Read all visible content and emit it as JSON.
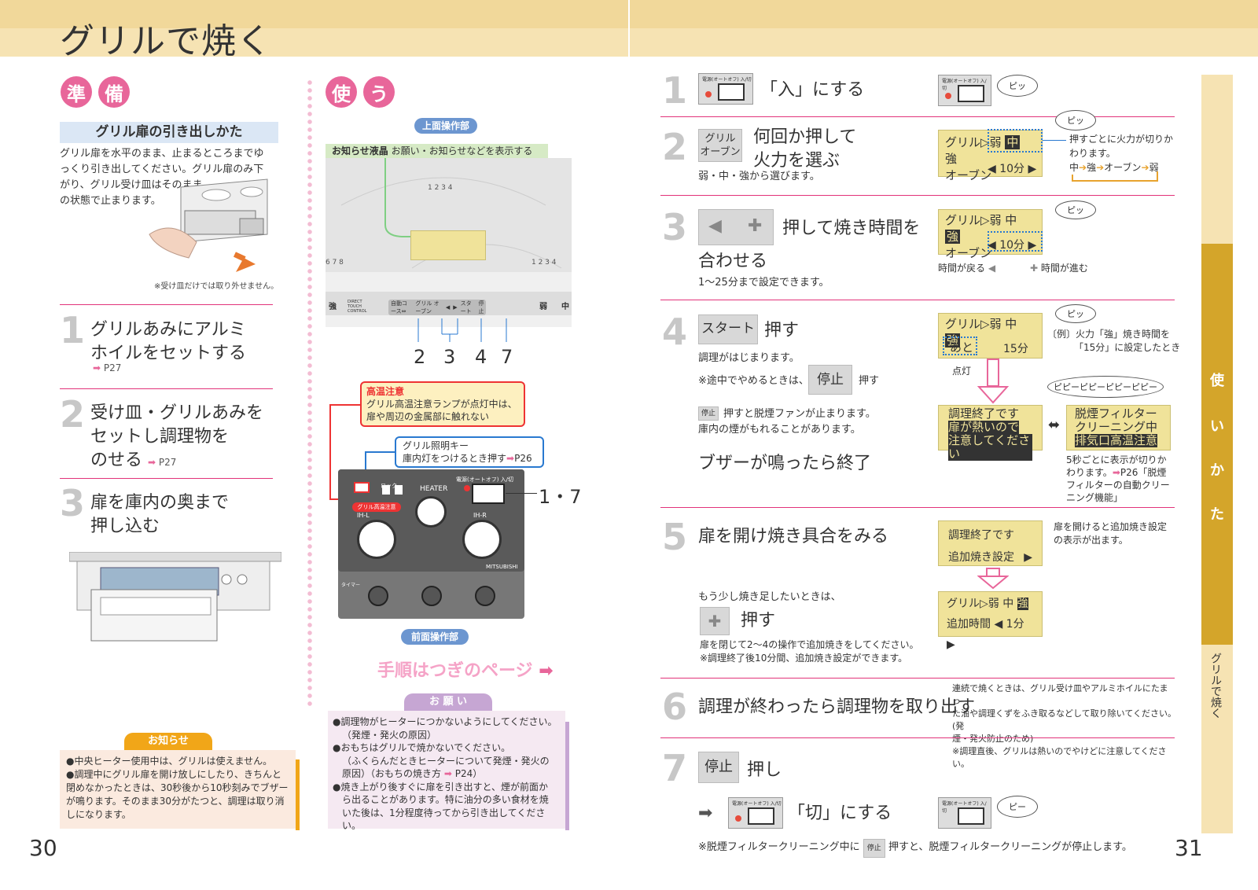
{
  "title": "グリルで焼く",
  "left": {
    "prep_chars": [
      "準",
      "備"
    ],
    "use_chars": [
      "使",
      "う"
    ],
    "subhead": "グリル扉の引き出しかた",
    "door_text": [
      "グリル扉を水平のまま、止まるところまでゆ",
      "っくり引き出してください。グリル扉のみ下",
      "がり、グリル受け皿はそのまま",
      "の状態で止まります。"
    ],
    "tray_note": "※受け皿だけでは取り外せません。",
    "steps": [
      {
        "num": "1",
        "lines": [
          "グリルあみにアルミ",
          "ホイルをセットする"
        ],
        "ref": "P27"
      },
      {
        "num": "2",
        "lines": [
          "受け皿・グリルあみを",
          "セットし調理物を",
          "のせる"
        ],
        "ref": "P27"
      },
      {
        "num": "3",
        "lines": [
          "扉を庫内の奥まで",
          "押し込む"
        ],
        "ref": ""
      }
    ],
    "notice_title": "お知らせ",
    "notice_items": [
      "●中央ヒーター使用中は、グリルは使えません。",
      "●調理中にグリル扉を開け放しにしたり、きちんと閉めなかったときは、30秒後から10秒刻みでブザーが鳴ります。そのまま30分がたつと、調理は取り消しになります。"
    ],
    "page": "30"
  },
  "middle": {
    "top_panel_label": "上面操作部",
    "lcd_label_bold": "お知らせ液晶",
    "lcd_label_text": "お願い・お知らせなどを表示する",
    "panel_labels": [
      "強",
      "DIRECT TOUCH CONTROL",
      "自動コース⇔",
      "グリル オーブン",
      "◀",
      "▶",
      "スタート",
      "停止",
      "弱",
      "中"
    ],
    "scale_top": "1 2 3 4",
    "scale_left": "6 7 8",
    "scale_right": "1 2 3 4",
    "step_numbers": [
      "2",
      "3",
      "4",
      "7"
    ],
    "high_temp_title": "高温注意",
    "high_temp_text": [
      "グリル高温注意ランプが点灯中は、",
      "扉や周辺の金属部に触れない"
    ],
    "light_key_title": "グリル照明キー",
    "light_key_text": "庫内灯をつけるとき押す",
    "light_key_ref": "P26",
    "front_label_num": "1・7",
    "front_panel_label": "前面操作部",
    "front_texts": {
      "heater": "HEATER",
      "ih_l": "IH-L",
      "ih_r": "IH-R",
      "brand": "MITSUBISHI",
      "power": "電源(オートオフ) 入/切",
      "timer": "タイマー",
      "warn": "グリル高温注意",
      "lock": "ロック"
    },
    "next_page": "手順はつぎのページ",
    "request_title": "お 願 い",
    "request_items": [
      "●調理物がヒーターにつかないようにしてください。",
      "（発煙・発火の原因）",
      "●おもちはグリルで焼かないでください。",
      "（ふくらんだときヒーターについて発煙・発火の",
      "原因）（おもちの焼き方",
      "●焼き上がり後すぐに扉を引き出すと、煙が前面か",
      "ら出ることがあります。特に油分の多い食材を焼",
      "いた後は、1分程度待ってから引き出してください。"
    ],
    "mochi_ref": "P24）"
  },
  "right": {
    "power_label": "電源(オートオフ) 入/切",
    "steps": {
      "s1": {
        "num": "1",
        "text": "「入」にする",
        "beep": "ピッ"
      },
      "s2": {
        "num": "2",
        "btn": [
          "グリル",
          "オーブン"
        ],
        "text": [
          "何回か押して",
          "火力を選ぶ"
        ],
        "sub": "弱・中・強から選びます。",
        "beep": "ピッ",
        "lcd1": "グリル▷弱",
        "lcd_mid": "中",
        "lcd_strong": "強",
        "lcd2": "オーブン",
        "lcd_time": "◀ 10分 ▶",
        "note": [
          "押すごとに火力が切りか",
          "わります。"
        ],
        "cycle": [
          "中",
          "強",
          "オーブン",
          "弱"
        ]
      },
      "s3": {
        "num": "3",
        "text": "押して焼き時間を",
        "text2": "合わせる",
        "sub": "1〜25分まで設定できます。",
        "beep": "ピッ",
        "lcd1": "グリル▷弱 中",
        "lcd_strong": "強",
        "lcd2": "オーブン",
        "lcd_time": "◀ 10分 ▶",
        "back": "時間が戻る",
        "fwd": "時間が進む"
      },
      "s4": {
        "num": "4",
        "btn": "スタート",
        "text": "押す",
        "sub": "調理がはじまります。",
        "stop_pre": "※途中でやめるときは、",
        "stop_btn": "停止",
        "stop_post": "押す",
        "fan_btn": "停止",
        "fan_text": "押すと脱煙ファンが止まります。",
        "fan_text2": "庫内の煙がもれることがあります。",
        "buzzer": "ブザーが鳴ったら終了",
        "beep": "ピッ",
        "lcd1": "グリル▷弱 中",
        "lcd_strong": "強",
        "lcd_ato": "あと",
        "lcd_time": "15分",
        "lamp": "点灯",
        "example": [
          "〔例〕火力「強」焼き時間を",
          "「15分」に設定したとき"
        ],
        "beep2": "ピピーピピーピピーピピー",
        "end1": [
          "調理終了です",
          "扉が熱いので",
          "注意してください"
        ],
        "end2": [
          "脱煙フィルター",
          "クリーニング中",
          "排気口高温注意"
        ],
        "switch_note": [
          "5秒ごとに表示が切りか",
          "わります。",
          "「脱煙",
          "フィルターの自動クリー",
          "ニング機能」"
        ],
        "switch_ref": "P26"
      },
      "s5": {
        "num": "5",
        "text": "扉を開け焼き具合をみる",
        "lcd_a": "調理終了です",
        "lcd_b": "追加焼き設定",
        "lcd_b_arrow": "▶",
        "note": [
          "扉を開けると追加焼き設定",
          "の表示が出ます。"
        ],
        "more": "もう少し焼き足したいときは、",
        "push": "押す",
        "lcd_c": "グリル▷弱 中",
        "lcd_c_strong": "強",
        "lcd_d": "追加時間 ◀ 1分 ▶",
        "after": [
          "扉を閉じて2〜4の操作で追加焼きをしてください。",
          "※調理終了後10分間、追加焼き設定ができます。"
        ]
      },
      "s6": {
        "num": "6",
        "text": "調理が終わったら調理物を取り出す",
        "note": [
          "連続で焼くときは、グリル受け皿やアルミホイルにたまっ",
          "た油や調理くずをふき取るなどして取り除いてください。(発",
          "煙・発火防止のため)",
          "※調理直後、グリルは熱いのでやけどに注意してください。"
        ]
      },
      "s7": {
        "num": "7",
        "btn": "停止",
        "text": "押し",
        "text2": "「切」にする",
        "beep": "ピー"
      }
    },
    "footer_pre": "※脱煙フィルタークリーニング中に",
    "footer_btn": "停止",
    "footer_post": "押すと、脱煙フィルタークリーニングが停止します。",
    "side_chars": [
      "使",
      "い",
      "か",
      "た"
    ],
    "side_label": "グリルで焼く",
    "page": "31"
  },
  "colors": {
    "accent": "#e8669a",
    "rule": "#e2337a",
    "header": "#f6e3b3",
    "sidebar_active": "#d4a52a",
    "lcd": "#f0e39a",
    "blue": "#2979d0"
  }
}
